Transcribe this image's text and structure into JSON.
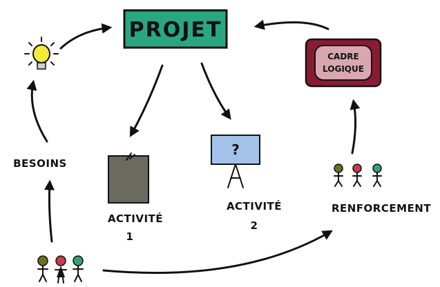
{
  "nodes": {
    "projet": {
      "label": "PROJET",
      "color": "#2aa780"
    },
    "cadre_logique": {
      "line1": "CADRE",
      "line2": "LOGIQUE",
      "color": "#8b1a35",
      "inner_color": "#d8a7b1"
    },
    "besoins": {
      "label": "BESOINS"
    },
    "activite_1": {
      "label": "ACTIVITÉ",
      "number": "1",
      "board_color": "#6a6a60"
    },
    "activite_2": {
      "label": "ACTIVITÉ",
      "number": "2",
      "board_color": "#a4c2e9",
      "board_text": "?"
    },
    "renforcement": {
      "label": "RENFORCEMENT"
    },
    "idea": {
      "icon": "lightbulb-icon",
      "color": "#f5ea3a"
    },
    "people_colors": [
      "#6e7020",
      "#c93a4a",
      "#35a070"
    ]
  }
}
